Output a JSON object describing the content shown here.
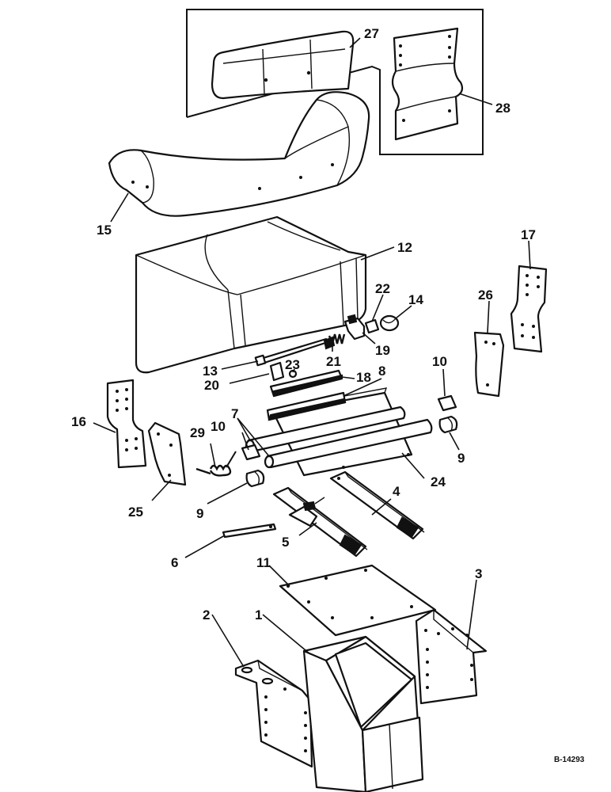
{
  "diagram": {
    "drawing_number": "B-14293",
    "callouts": {
      "c1": "1",
      "c2": "2",
      "c3": "3",
      "c4": "4",
      "c5": "5",
      "c6": "6",
      "c7": "7",
      "c8": "8",
      "c9a": "9",
      "c9b": "9",
      "c10a": "10",
      "c10b": "10",
      "c11": "11",
      "c12": "12",
      "c13": "13",
      "c14": "14",
      "c15": "15",
      "c16": "16",
      "c17": "17",
      "c18": "18",
      "c19": "19",
      "c20": "20",
      "c21": "21",
      "c22": "22",
      "c23": "23",
      "c24": "24",
      "c25": "25",
      "c26": "26",
      "c27": "27",
      "c28": "28",
      "c29": "29"
    }
  }
}
